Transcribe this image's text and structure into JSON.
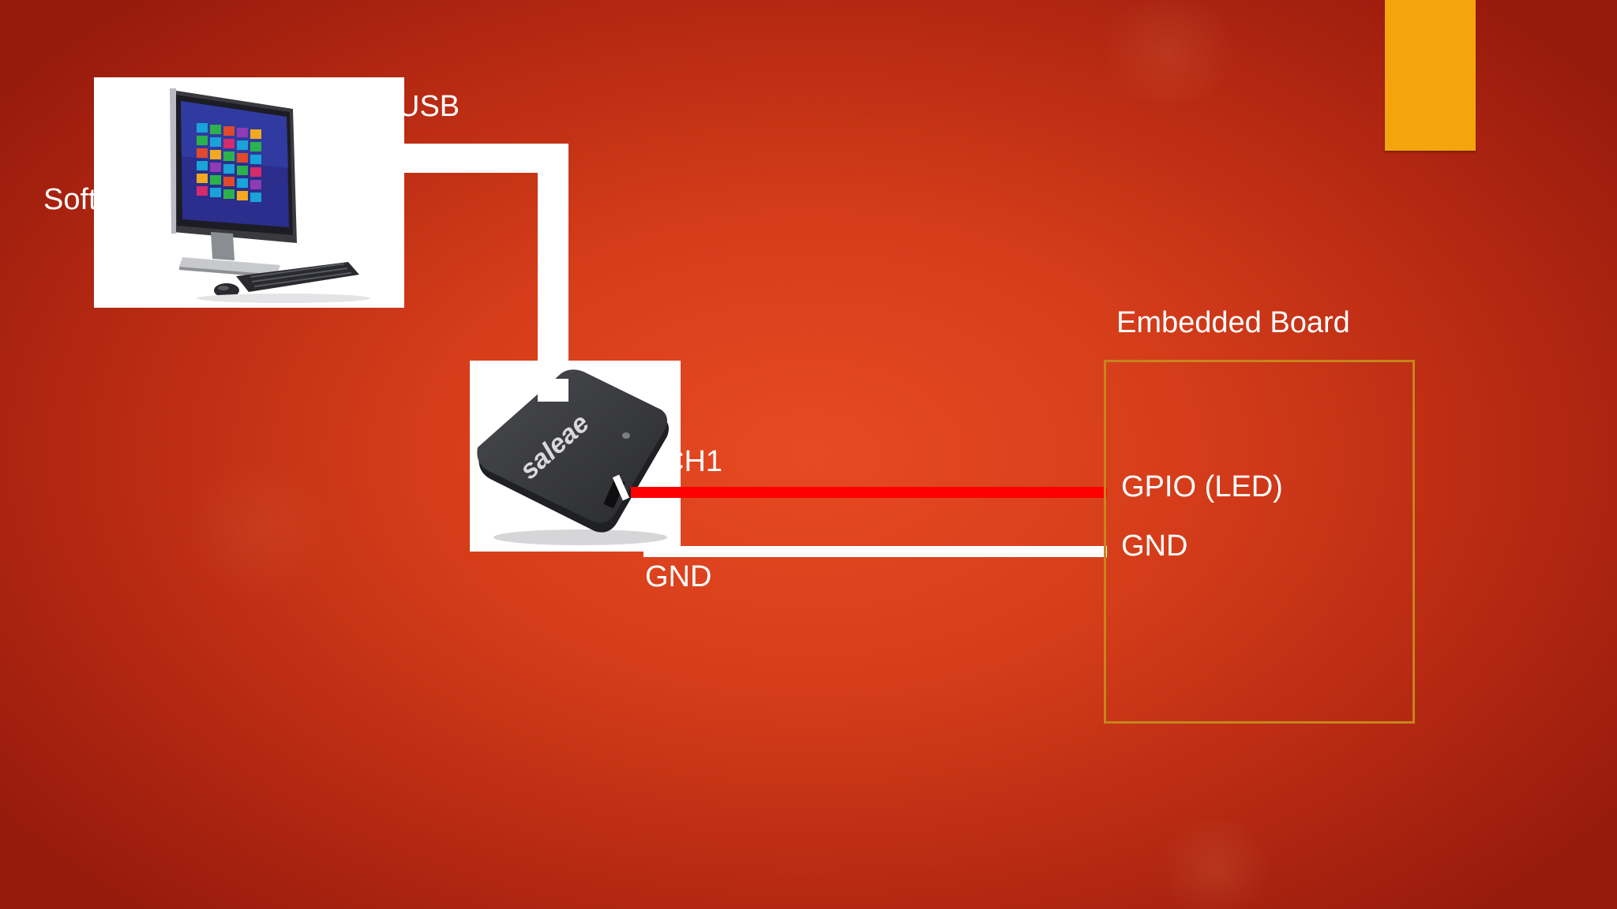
{
  "labels": {
    "software": "Software",
    "usb": "USB",
    "ch1": "CH1",
    "gnd_analyzer": "GND",
    "board_title": "Embedded Board",
    "gpio": "GPIO (LED)",
    "gnd_board": "GND"
  },
  "analyzer_brand": "saleae",
  "colors": {
    "signal_wire": "#ff0000",
    "ground_wire": "#ffffff",
    "usb_cable": "#ffffff",
    "accent": "#f4a40c",
    "board_outline": "#c6851c"
  },
  "icons": {
    "computer": "all-in-one-pc-icon",
    "analyzer": "logic-analyzer-icon"
  }
}
